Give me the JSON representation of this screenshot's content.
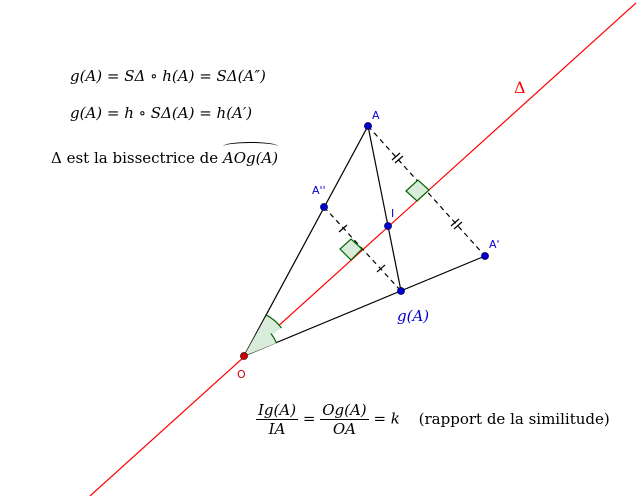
{
  "formulas": {
    "line1": "g(A) = SΔ ∘ h(A) = SΔ(A″)",
    "line2": "g(A) = h ∘ SΔ(A) = h(A′)",
    "line3_prefix": "Δ est la bissectrice de",
    "line3_angle": "AOg(A)",
    "ratio_num1": "Ig(A)",
    "ratio_den1": "IA",
    "ratio_num2": "Og(A)",
    "ratio_den2": "OA",
    "ratio_rhs": "= k",
    "ratio_note": "(rapport de la similitude)"
  },
  "points": {
    "A": "A",
    "A_double_prime": "A''",
    "A_prime": "A'",
    "I": "I",
    "O": "O",
    "gA": "g(A)",
    "delta": "Δ"
  },
  "colors": {
    "line_delta": "#ff0000",
    "point_blue": "#0000cc",
    "point_red": "#cc0000",
    "angle_green": "#006400",
    "right_angle_fill": "#d9ecd9"
  }
}
